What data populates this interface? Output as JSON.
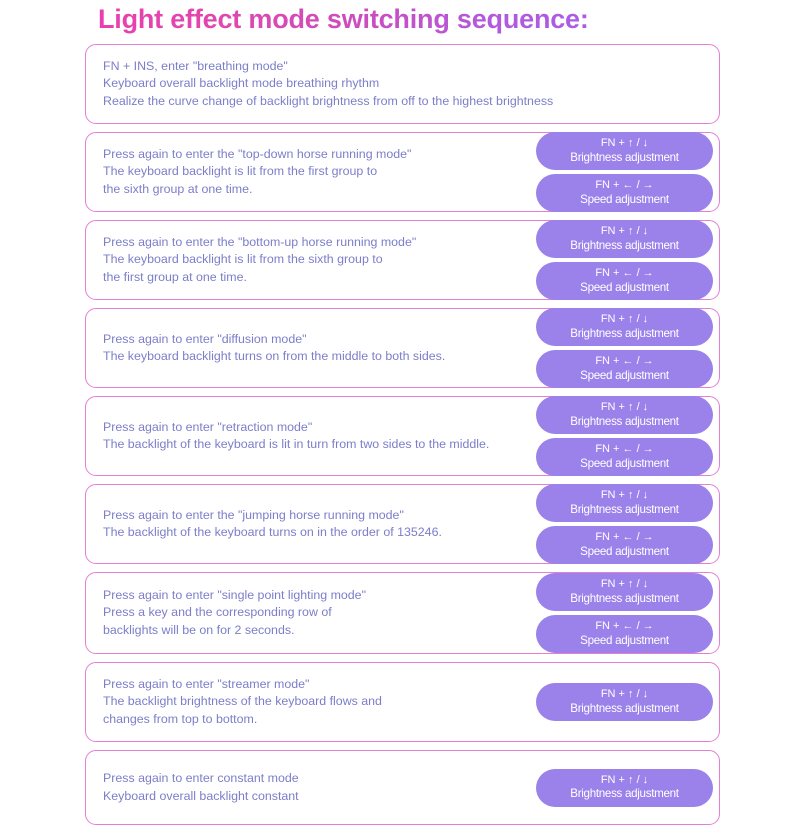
{
  "page": {
    "title": "Light effect mode switching sequence:",
    "background_color": "#ffffff",
    "title_gradient_from": "#e93fb0",
    "title_gradient_to": "#ab5ce6",
    "box_border_color": "#e47fd4",
    "body_text_color": "#7b7ec9",
    "pill_color": "#9b82ea",
    "pill_text_color": "#ffffff"
  },
  "buttons": {
    "brightness": {
      "keys": "FN + ↑ / ↓",
      "action": "Brightness adjustment"
    },
    "speed": {
      "keys": "FN + ← / →",
      "action": "Speed adjustment"
    }
  },
  "modes": [
    {
      "index": 1,
      "text": "FN + INS, enter \"breathing mode\"\nKeyboard overall backlight mode breathing rhythm\nRealize the curve change of backlight brightness from off to the highest brightness",
      "has_brightness": false,
      "has_speed": false
    },
    {
      "index": 2,
      "text": "Press again to enter the \"top-down horse running mode\"\nThe keyboard backlight is lit from the first group to\nthe sixth group at one time.",
      "has_brightness": true,
      "has_speed": true
    },
    {
      "index": 3,
      "text": "Press again to enter the \"bottom-up horse running mode\"\nThe keyboard backlight is lit from the sixth group to\nthe first group at one time.",
      "has_brightness": true,
      "has_speed": true
    },
    {
      "index": 4,
      "text": "Press again to enter \"diffusion mode\"\nThe keyboard backlight turns on from the middle to both sides.",
      "has_brightness": true,
      "has_speed": true
    },
    {
      "index": 5,
      "text": "Press again to enter \"retraction mode\"\nThe backlight of the keyboard is lit in turn from two sides to the middle.",
      "has_brightness": true,
      "has_speed": true
    },
    {
      "index": 6,
      "text": "Press again to enter the \"jumping horse running mode\"\nThe backlight of the keyboard turns on in the order of 135246.",
      "has_brightness": true,
      "has_speed": true
    },
    {
      "index": 7,
      "text": "Press again to enter \"single point lighting mode\"\nPress a key and the corresponding row of\nbacklights will be on for 2 seconds.",
      "has_brightness": true,
      "has_speed": true
    },
    {
      "index": 8,
      "text": "Press again to enter \"streamer mode\"\nThe backlight brightness of the keyboard flows and\nchanges from top to bottom.",
      "has_brightness": true,
      "has_speed": false
    },
    {
      "index": 9,
      "text": "Press again to enter constant mode\nKeyboard overall backlight constant",
      "has_brightness": true,
      "has_speed": false
    }
  ]
}
